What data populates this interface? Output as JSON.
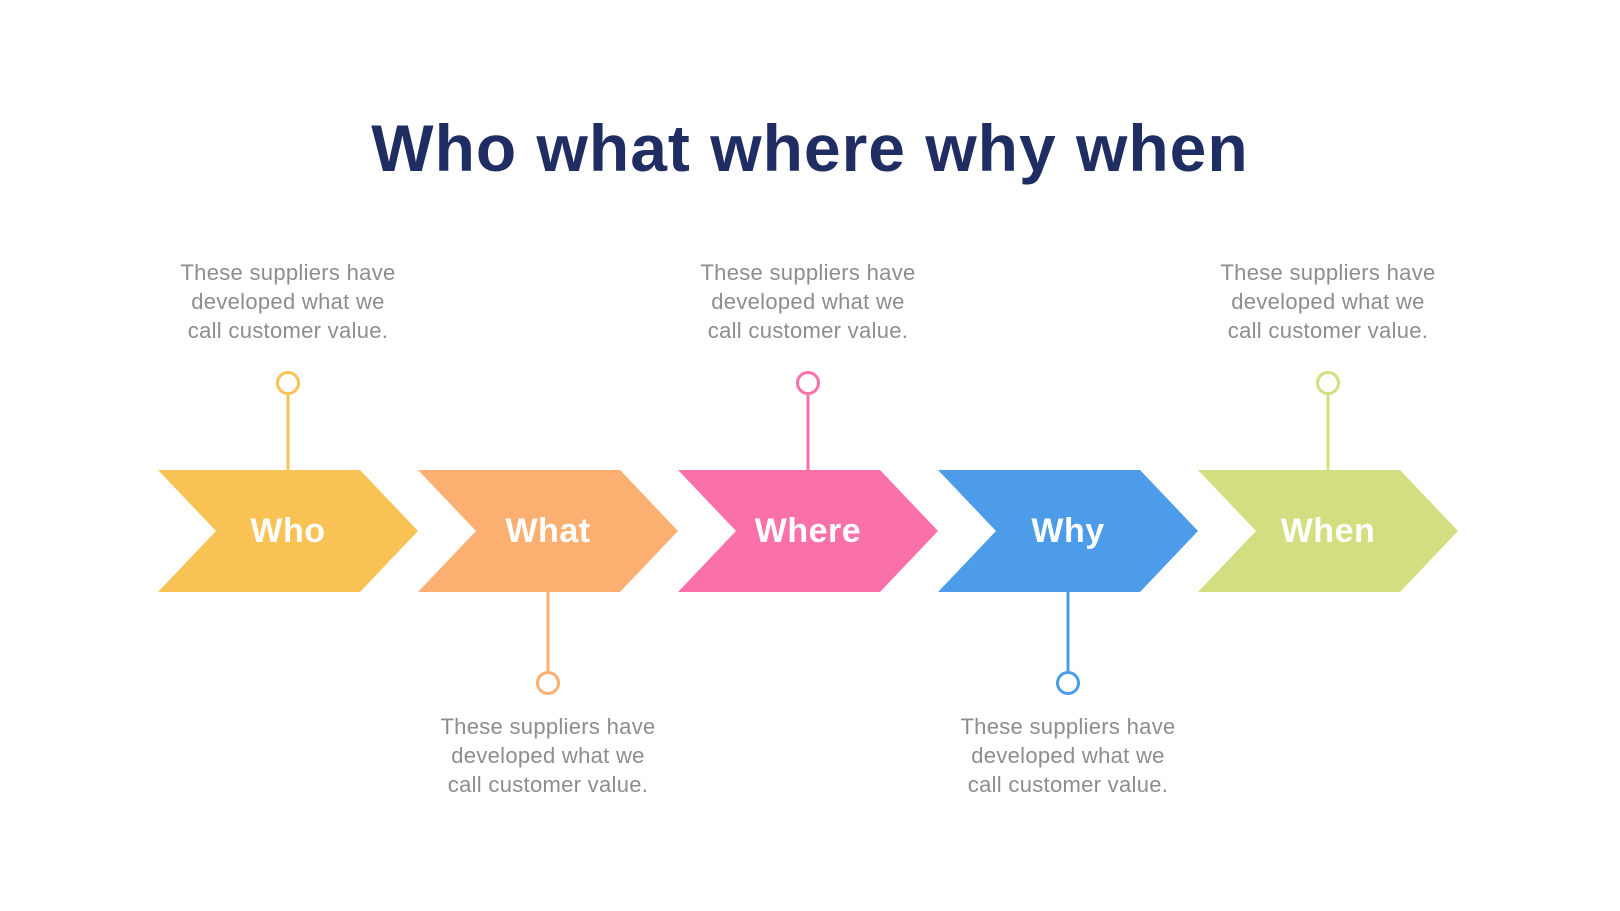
{
  "title": {
    "text": "Who what where why when",
    "color": "#1F2D62"
  },
  "description_text": "These suppliers have developed what we call customer value.",
  "text_color": "#8B8D90",
  "steps": [
    {
      "label": "Who",
      "color": "#F9C255",
      "connector_position": "above",
      "desc_lines": [
        "These suppliers have",
        "developed what we",
        "call customer value."
      ]
    },
    {
      "label": "What",
      "color": "#FBB072",
      "connector_position": "below",
      "desc_lines": [
        "These suppliers have",
        "developed what we",
        "call customer value."
      ]
    },
    {
      "label": "Where",
      "color": "#FA70A9",
      "connector_position": "above",
      "desc_lines": [
        "These suppliers have",
        "developed what we",
        "call customer value."
      ]
    },
    {
      "label": "Why",
      "color": "#4C9CE9",
      "connector_position": "below",
      "desc_lines": [
        "These suppliers have",
        "developed what we",
        "call customer value."
      ]
    },
    {
      "label": "When",
      "color": "#D2DE7F",
      "connector_position": "above",
      "desc_lines": [
        "These suppliers have",
        "developed what we",
        "call customer value."
      ]
    }
  ]
}
